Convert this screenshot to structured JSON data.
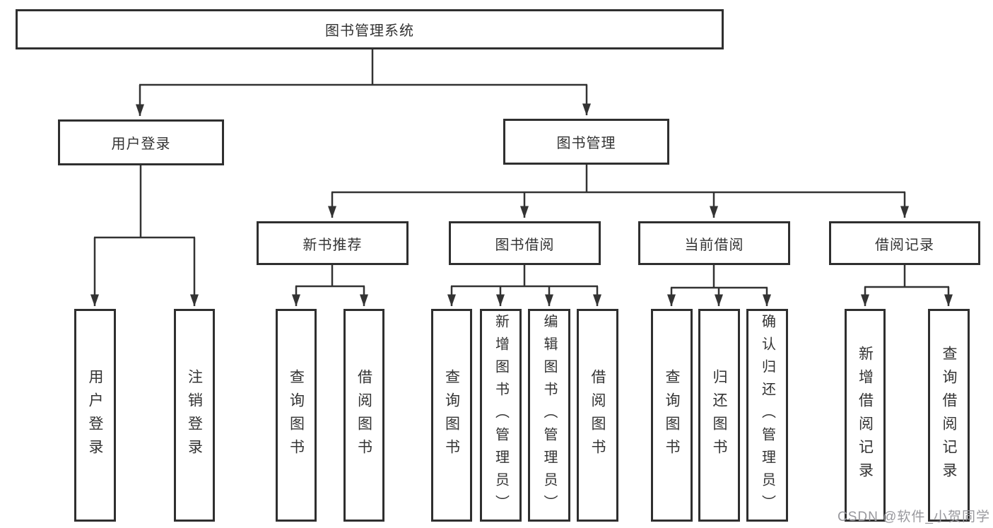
{
  "root": {
    "label": "图书管理系统"
  },
  "level2": {
    "user_login": {
      "label": "用户登录"
    },
    "book_mgmt": {
      "label": "图书管理"
    }
  },
  "level3": {
    "new_book": {
      "label": "新书推荐"
    },
    "book_borrow": {
      "label": "图书借阅"
    },
    "current_borrow": {
      "label": "当前借阅"
    },
    "borrow_record": {
      "label": "借阅记录"
    }
  },
  "leaves": {
    "user_login": {
      "label": "用户登录"
    },
    "logout": {
      "label": "注销登录"
    },
    "rec_query_book": {
      "label": "查询图书"
    },
    "rec_borrow_book": {
      "label": "借阅图书"
    },
    "bor_query_book": {
      "label": "查询图书"
    },
    "bor_add_book": {
      "label": "新增图书（管理员）"
    },
    "bor_edit_book": {
      "label": "编辑图书（管理员）"
    },
    "bor_borrow_book": {
      "label": "借阅图书"
    },
    "cur_query_book": {
      "label": "查询图书"
    },
    "cur_return_book": {
      "label": "归还图书"
    },
    "cur_confirm_return": {
      "label": "确认归还（管理员）"
    },
    "log_add_record": {
      "label": "新增借阅记录"
    },
    "log_query_record": {
      "label": "查询借阅记录"
    }
  },
  "watermark": {
    "text": "CSDN @软件_小贺同学"
  },
  "colors": {
    "line": "#333333",
    "box_border": "#2f2f2f",
    "text": "#333333",
    "background": "#ffffff",
    "watermark": "#98989d"
  }
}
